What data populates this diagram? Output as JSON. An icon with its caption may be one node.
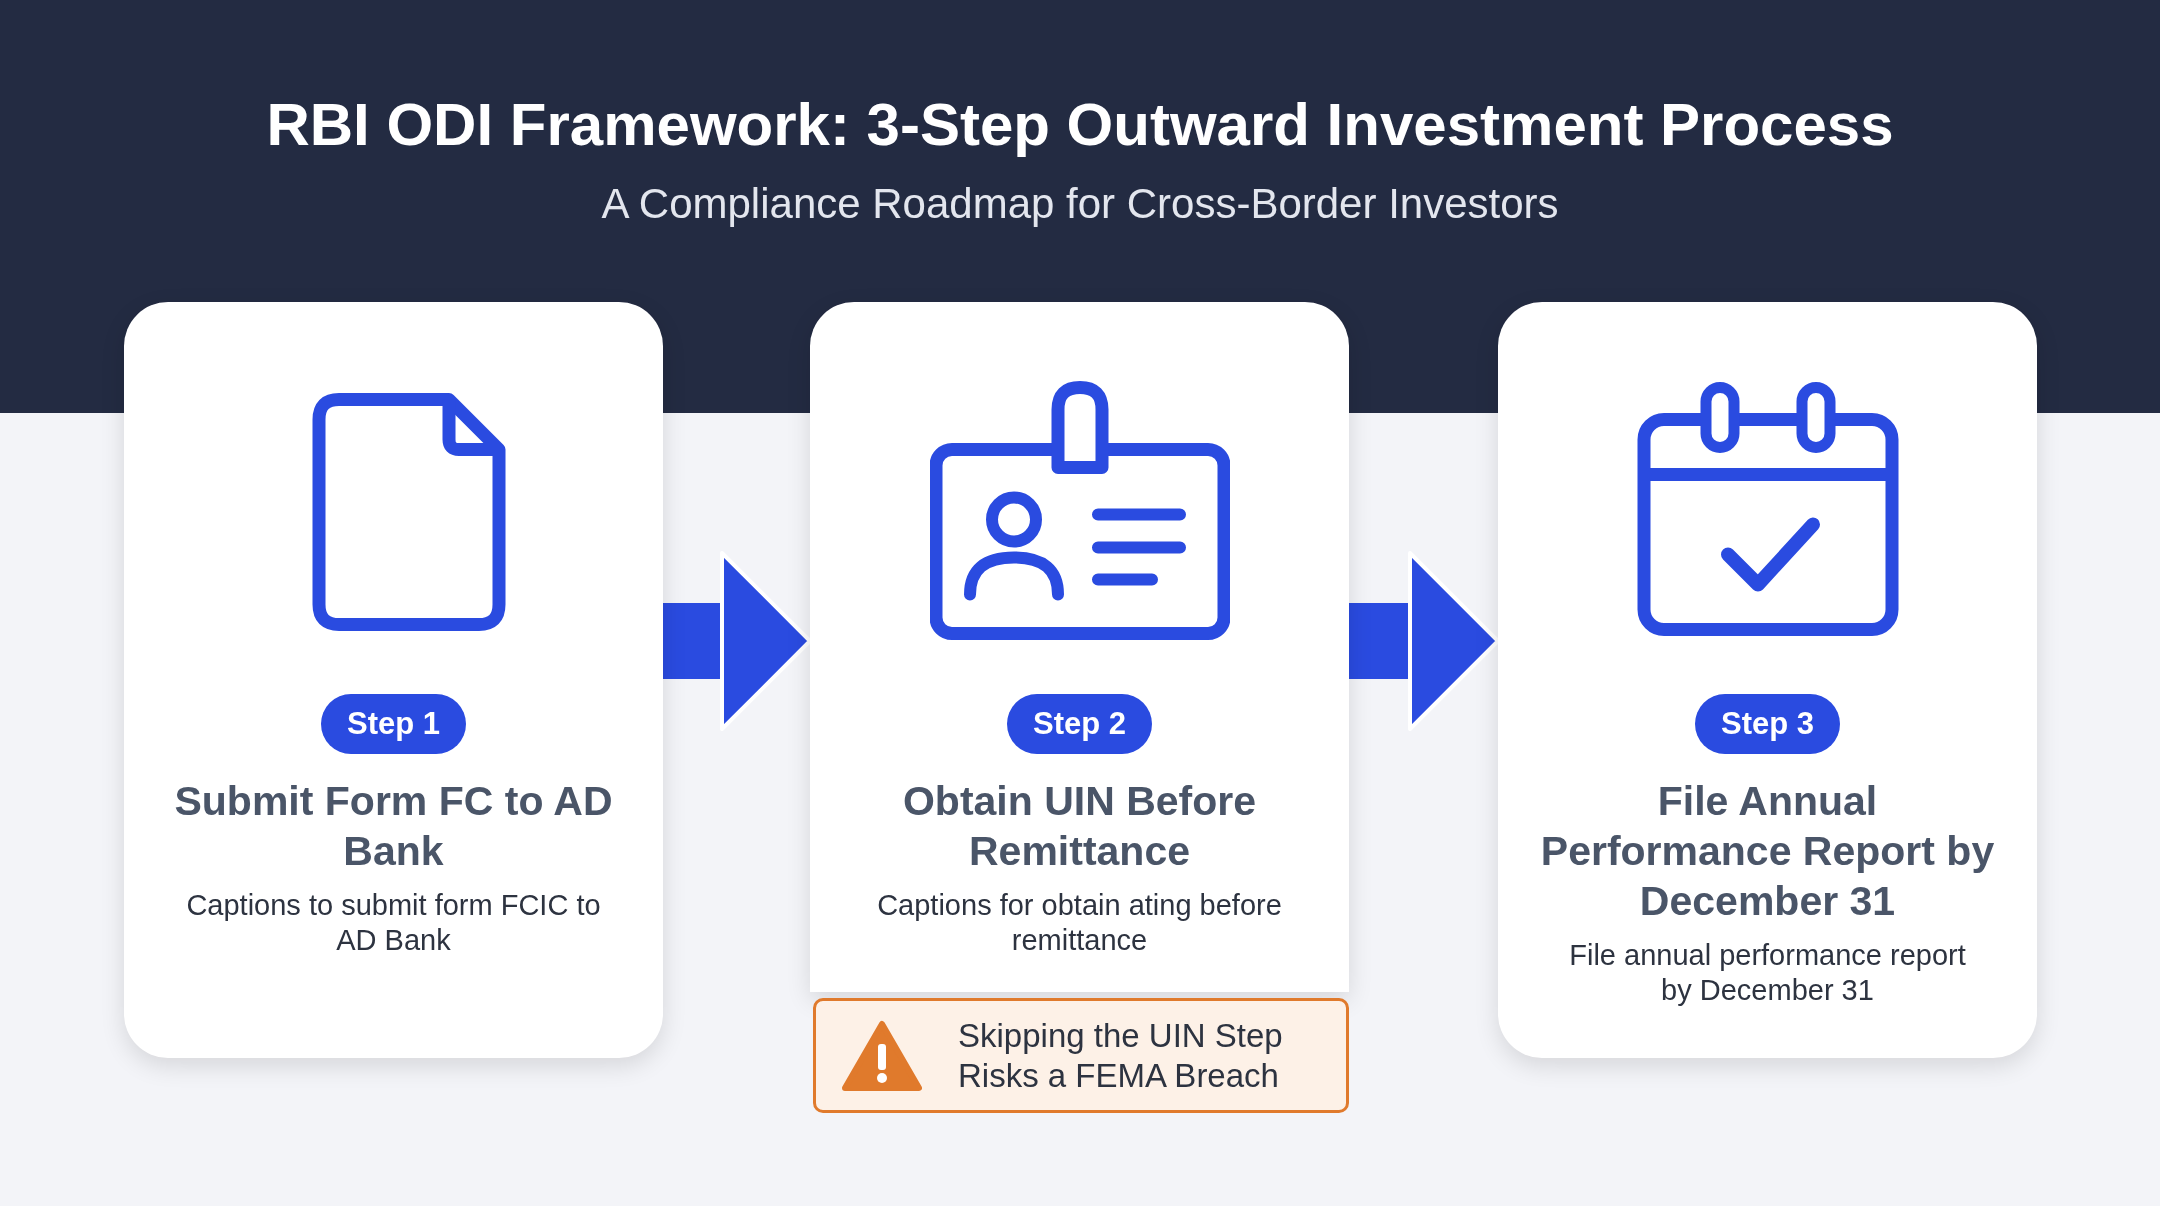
{
  "diagram": {
    "title": "RBI ODI Framework: 3-Step Outward Investment Process",
    "nodes": [
      {
        "text": [
          "Step 1",
          "Submit Form FC to AD Bank",
          "Captions to submit form FCIC to AD Bank"
        ]
      },
      {
        "text": [
          "Step 2",
          "Obtain UIN Before Remittance",
          "Captions for obtain ating before remittance"
        ]
      },
      {
        "text": [
          "Skipping the UIN Step Risks a FEMA Breach"
        ]
      },
      {
        "text": [
          "Step 3",
          "File Annual Performance Report by December 31",
          "File annual performance report by December 31"
        ]
      }
    ],
    "edges": [
      {
        "from": 0,
        "to": 1,
        "arrow": "to"
      },
      {
        "from": 1,
        "to": 3,
        "arrow": "to"
      }
    ],
    "labels": [
      "A Compliance Roadmap for Cross-Border Investors"
    ]
  }
}
